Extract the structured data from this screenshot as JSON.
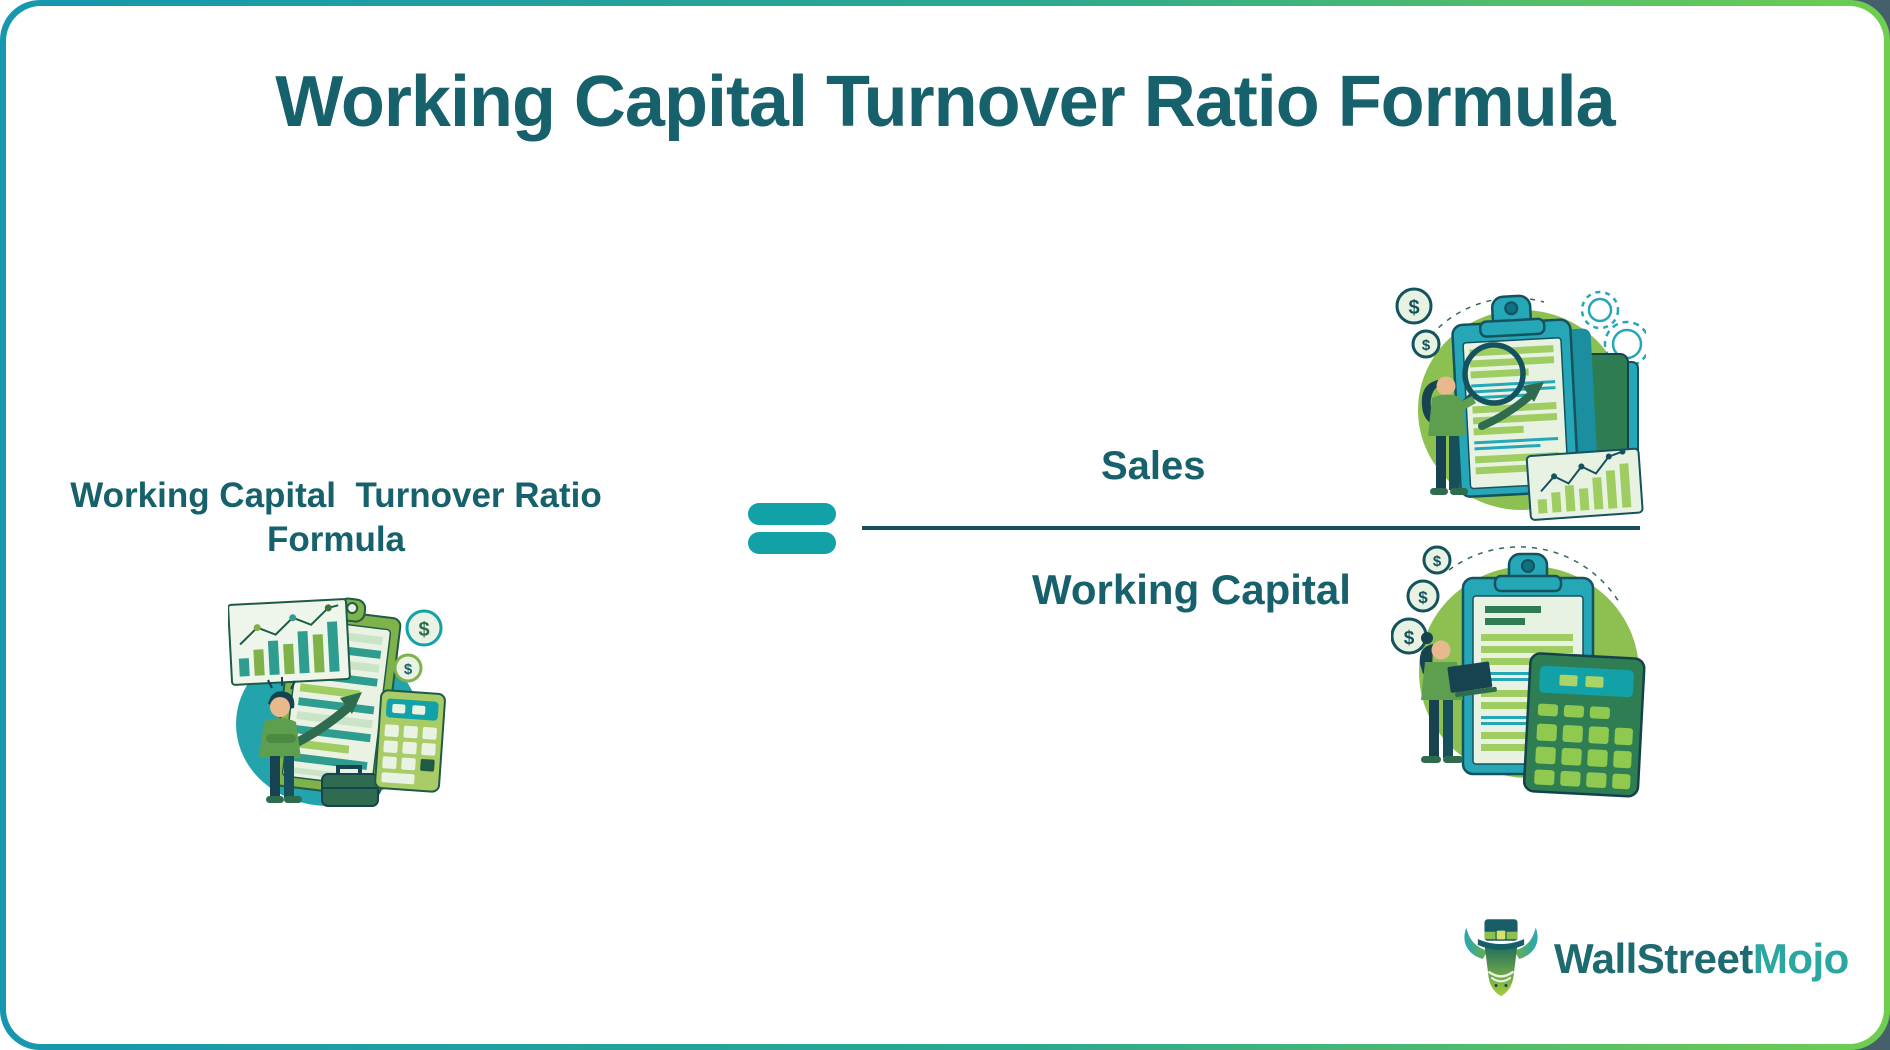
{
  "header": {
    "title": "Working Capital Turnover Ratio Formula"
  },
  "formula": {
    "lhs_line1": "Working Capital  Turnover Ratio",
    "lhs_line2": "Formula",
    "numerator": "Sales",
    "denominator": "Working Capital"
  },
  "misc": {
    "coin_symbol": "$"
  },
  "logo": {
    "first": "WallStreet",
    "second": "Mojo"
  },
  "colors": {
    "heading_text": "#16616B",
    "equals_sign": "#12A1A7",
    "fraction_line": "#174F5A",
    "border_teal": "#1697AE",
    "border_green": "#6FCE4E",
    "outside_corner_dark": "#46606B",
    "logo_first": "#1D6A70",
    "logo_second": "#2AA7A0",
    "illustration_green": "#8CC152",
    "illustration_teal": "#25A7B8",
    "illustration_dark_green": "#2E7D52"
  }
}
